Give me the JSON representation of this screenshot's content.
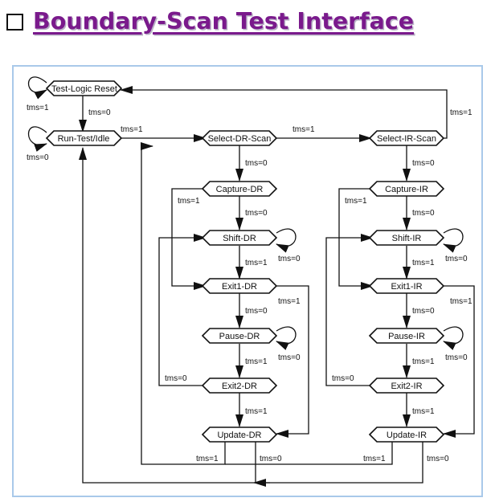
{
  "title": "Boundary-Scan Test Interface",
  "states": {
    "tlr": "Test-Logic Reset",
    "rti": "Run-Test/Idle",
    "sdr": "Select-DR-Scan",
    "sir": "Select-IR-Scan",
    "cdr": "Capture-DR",
    "cir": "Capture-IR",
    "shdr": "Shift-DR",
    "shir": "Shift-IR",
    "e1dr": "Exit1-DR",
    "e1ir": "Exit1-IR",
    "pdr": "Pause-DR",
    "pir": "Pause-IR",
    "e2dr": "Exit2-DR",
    "e2ir": "Exit2-IR",
    "udr": "Update-DR",
    "uir": "Update-IR"
  },
  "transitions": {
    "tlr_self": "tms=1",
    "tlr_rti": "tms=0",
    "rti_self": "tms=0",
    "rti_sdr": "tms=1",
    "sdr_sir": "tms=1",
    "sir_tlr": "tms=1",
    "sdr_cdr": "tms=0",
    "cdr_e1dr": "tms=1",
    "cdr_shdr": "tms=0",
    "shdr_self": "tms=0",
    "shdr_e1dr": "tms=1",
    "e1dr_udr": "tms=1",
    "e1dr_pdr": "tms=0",
    "pdr_self": "tms=0",
    "pdr_e2dr": "tms=1",
    "e2dr_shdr": "tms=0",
    "e2dr_udr": "tms=1",
    "udr_sdr": "tms=1",
    "udr_rti": "tms=0",
    "sir_cir": "tms=0",
    "cir_e1ir": "tms=1",
    "cir_shir": "tms=0",
    "shir_self": "tms=0",
    "shir_e1ir": "tms=1",
    "e1ir_uir": "tms=1",
    "e1ir_pir": "tms=0",
    "pir_self": "tms=0",
    "pir_e2ir": "tms=1",
    "e2ir_shir": "tms=0",
    "e2ir_uir": "tms=1",
    "uir_sdr": "tms=1",
    "uir_rti": "tms=0"
  },
  "colors": {
    "title": "#7a1a8c",
    "frame_border": "#a9c9ea",
    "line": "#111111"
  }
}
